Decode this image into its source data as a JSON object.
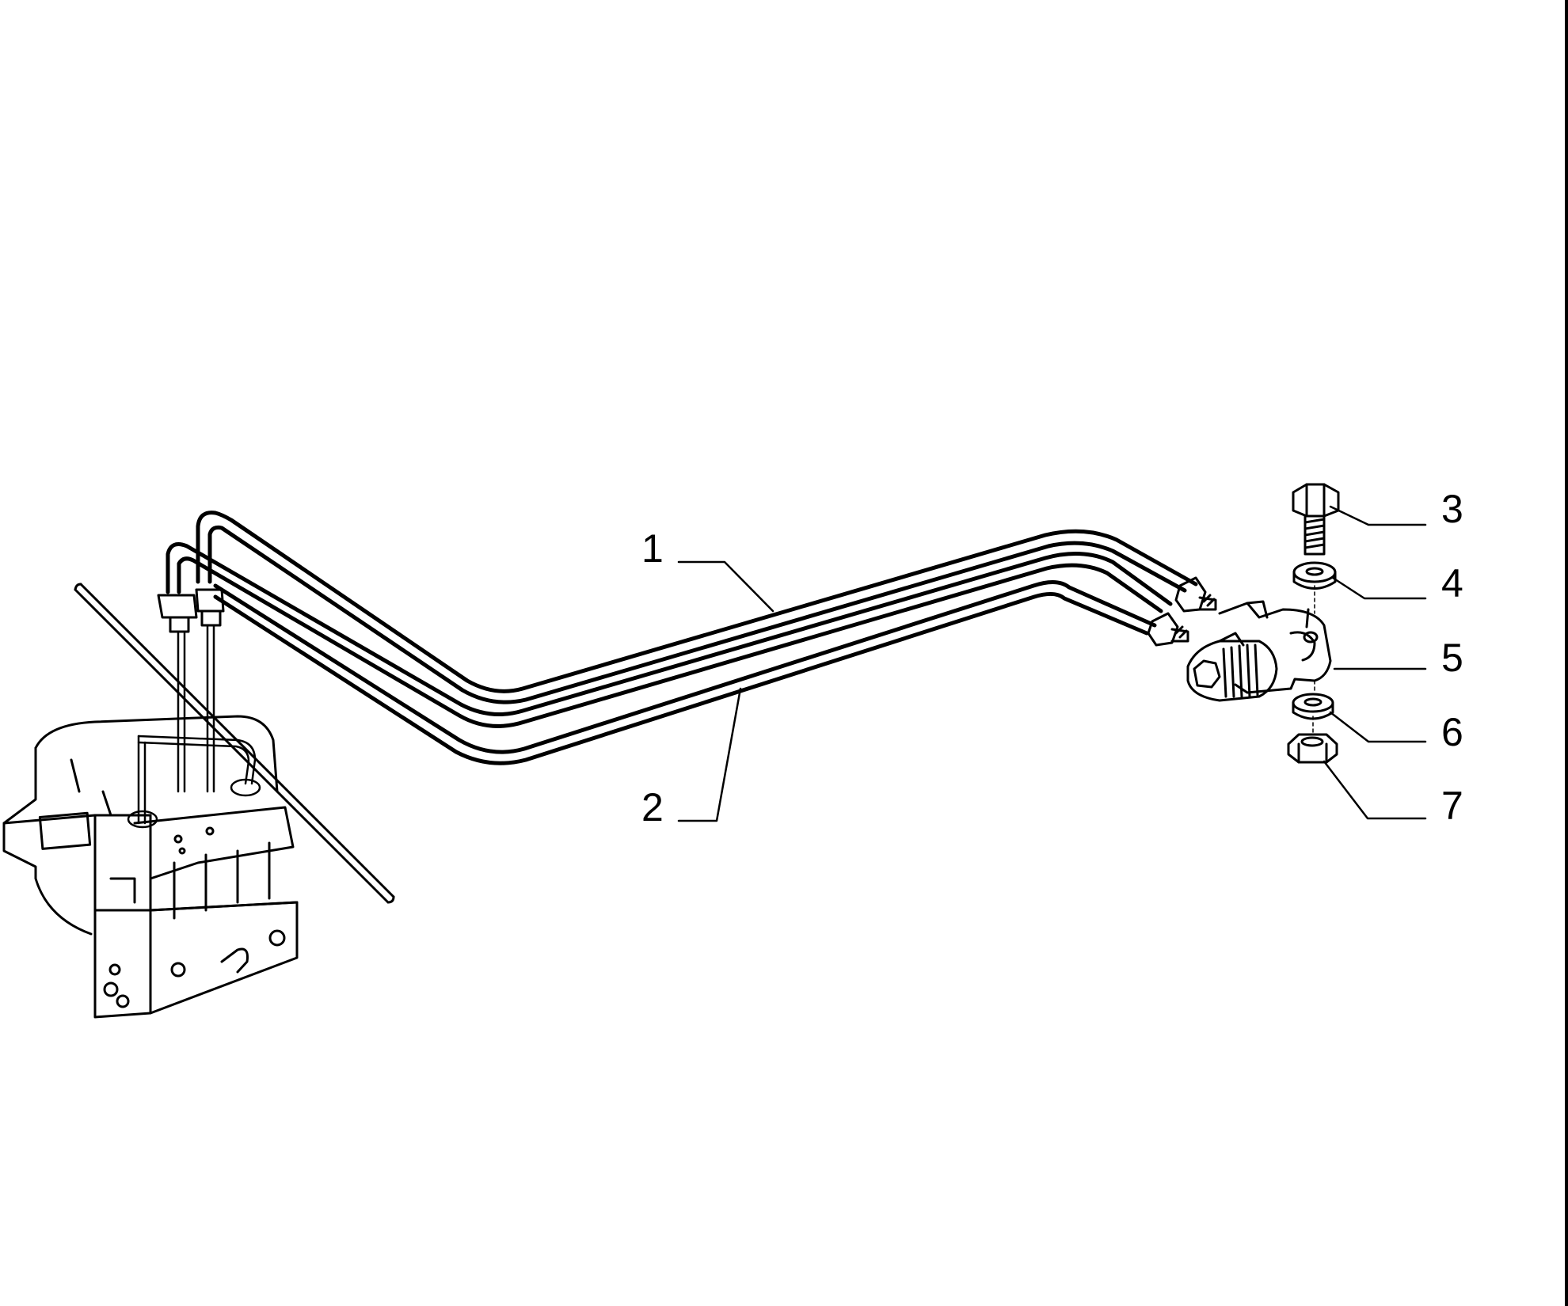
{
  "callouts": [
    {
      "id": "1",
      "label": "1",
      "part": "brake-pipe-upper"
    },
    {
      "id": "2",
      "label": "2",
      "part": "brake-pipe-lower"
    },
    {
      "id": "3",
      "label": "3",
      "part": "bolt"
    },
    {
      "id": "4",
      "label": "4",
      "part": "washer-upper"
    },
    {
      "id": "5",
      "label": "5",
      "part": "brake-pressure-regulator-valve"
    },
    {
      "id": "6",
      "label": "6",
      "part": "washer-lower"
    },
    {
      "id": "7",
      "label": "7",
      "part": "nut"
    }
  ],
  "colors": {
    "line": "#000000",
    "background": "#ffffff"
  }
}
